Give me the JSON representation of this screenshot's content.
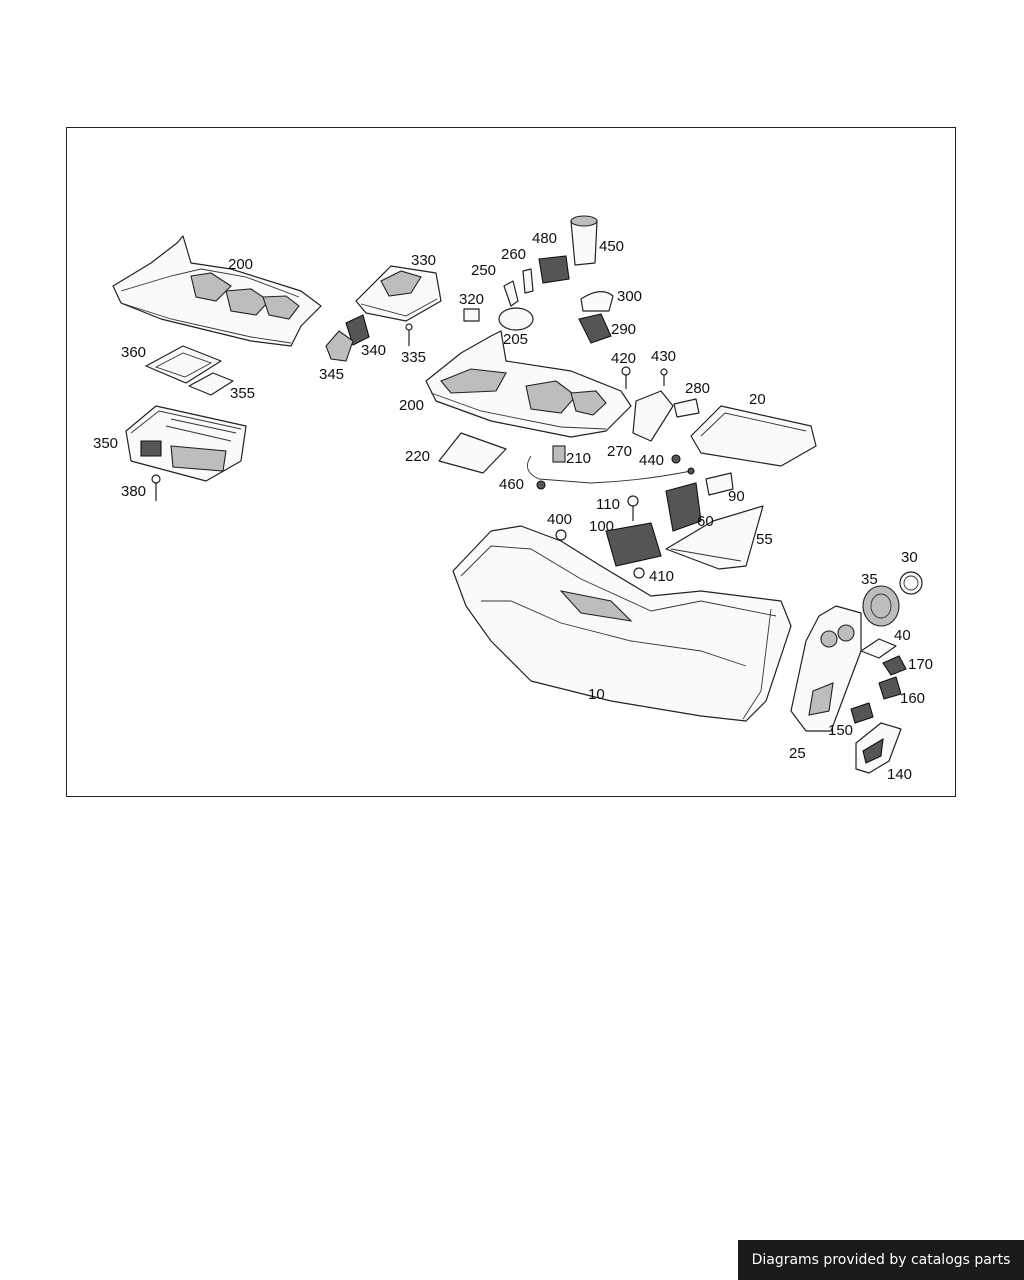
{
  "callouts": {
    "c200a": "200",
    "c330": "330",
    "c260": "260",
    "c480": "480",
    "c450": "450",
    "c250": "250",
    "c320": "320",
    "c300": "300",
    "c205": "205",
    "c290": "290",
    "c360": "360",
    "c340": "340",
    "c335": "335",
    "c345": "345",
    "c355": "355",
    "c420": "420",
    "c430": "430",
    "c280": "280",
    "c200b": "200",
    "c20": "20",
    "c350": "350",
    "c220": "220",
    "c210": "210",
    "c270": "270",
    "c440": "440",
    "c460": "460",
    "c380": "380",
    "c110": "110",
    "c90": "90",
    "c400": "400",
    "c60": "60",
    "c100": "100",
    "c55": "55",
    "c410": "410",
    "c30": "30",
    "c35": "35",
    "c40": "40",
    "c170": "170",
    "c10": "10",
    "c160": "160",
    "c150": "150",
    "c25": "25",
    "c140": "140"
  },
  "footer": {
    "text": "Diagrams provided by catalogs parts"
  }
}
